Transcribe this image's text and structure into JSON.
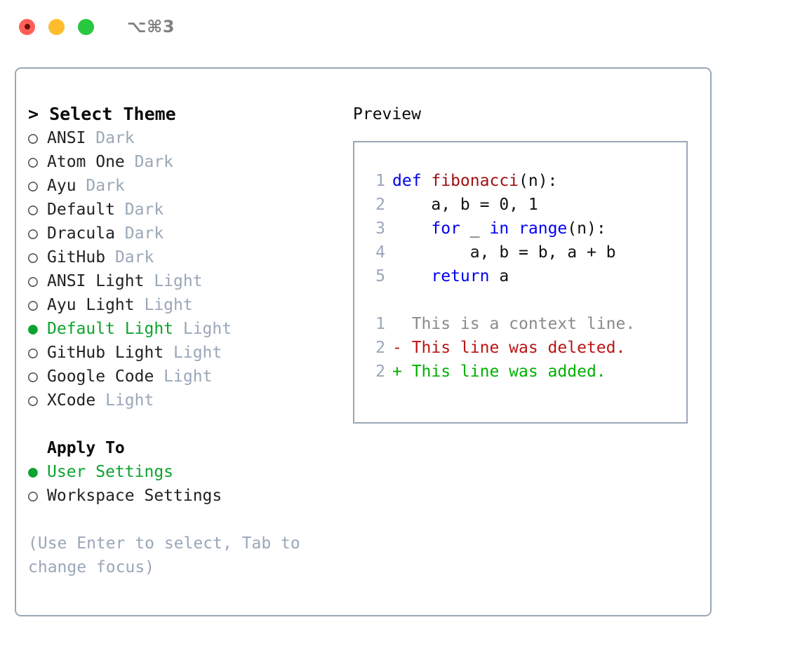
{
  "titlebar": {
    "shortcut": "⌥⌘3",
    "lights": [
      {
        "name": "close-button",
        "color": "#FF5F57"
      },
      {
        "name": "minimize-button",
        "color": "#FFBD2E"
      },
      {
        "name": "maximize-button",
        "color": "#28C840"
      }
    ]
  },
  "theme_picker": {
    "header": "> Select Theme",
    "items": [
      {
        "marker": "○",
        "label": "ANSI",
        "suffix": " Dark",
        "selected": false
      },
      {
        "marker": "○",
        "label": "Atom One",
        "suffix": " Dark",
        "selected": false
      },
      {
        "marker": "○",
        "label": "Ayu",
        "suffix": " Dark",
        "selected": false
      },
      {
        "marker": "○",
        "label": "Default",
        "suffix": " Dark",
        "selected": false
      },
      {
        "marker": "○",
        "label": "Dracula",
        "suffix": " Dark",
        "selected": false
      },
      {
        "marker": "○",
        "label": "GitHub",
        "suffix": " Dark",
        "selected": false
      },
      {
        "marker": "○",
        "label": "ANSI Light",
        "suffix": " Light",
        "selected": false
      },
      {
        "marker": "○",
        "label": "Ayu Light",
        "suffix": " Light",
        "selected": false
      },
      {
        "marker": "●",
        "label": "Default Light",
        "suffix": " Light",
        "selected": true
      },
      {
        "marker": "○",
        "label": "GitHub Light",
        "suffix": " Light",
        "selected": false
      },
      {
        "marker": "○",
        "label": "Google Code",
        "suffix": " Light",
        "selected": false
      },
      {
        "marker": "○",
        "label": "XCode",
        "suffix": " Light",
        "selected": false
      }
    ]
  },
  "apply_to": {
    "header": "Apply To",
    "items": [
      {
        "marker": "●",
        "label": "User Settings",
        "selected": true
      },
      {
        "marker": "○",
        "label": "Workspace Settings",
        "selected": false
      }
    ]
  },
  "hint": "(Use Enter to select, Tab to change focus)",
  "preview": {
    "title": "Preview",
    "code_lines": [
      {
        "no": "1",
        "tokens": [
          {
            "t": "def ",
            "c": "kw"
          },
          {
            "t": "fibonacci",
            "c": "fn"
          },
          {
            "t": "(n):",
            "c": "txt"
          }
        ]
      },
      {
        "no": "2",
        "tokens": [
          {
            "t": "    a, b = 0, 1",
            "c": "txt"
          }
        ]
      },
      {
        "no": "3",
        "tokens": [
          {
            "t": "    ",
            "c": "txt"
          },
          {
            "t": "for",
            "c": "kw"
          },
          {
            "t": " _ ",
            "c": "txt"
          },
          {
            "t": "in",
            "c": "kw"
          },
          {
            "t": " ",
            "c": "txt"
          },
          {
            "t": "range",
            "c": "kw"
          },
          {
            "t": "(n):",
            "c": "txt"
          }
        ]
      },
      {
        "no": "4",
        "tokens": [
          {
            "t": "        a, b = b, a + b",
            "c": "txt"
          }
        ]
      },
      {
        "no": "5",
        "tokens": [
          {
            "t": "    ",
            "c": "txt"
          },
          {
            "t": "return",
            "c": "kw"
          },
          {
            "t": " a",
            "c": "txt"
          }
        ]
      }
    ],
    "diff_lines": [
      {
        "no": "1",
        "tokens": [
          {
            "t": "  This is a context line.",
            "c": "ctx"
          }
        ]
      },
      {
        "no": "2",
        "tokens": [
          {
            "t": "- This line was deleted.",
            "c": "del"
          }
        ]
      },
      {
        "no": "2",
        "tokens": [
          {
            "t": "+ This line was added.",
            "c": "add"
          }
        ]
      }
    ]
  },
  "colors": {
    "accent_green": "#0DA32E",
    "muted": "#9AA7B8",
    "keyword": "#0000EE",
    "function": "#A01010",
    "diff_added": "#00B000",
    "diff_deleted": "#BB1414"
  }
}
